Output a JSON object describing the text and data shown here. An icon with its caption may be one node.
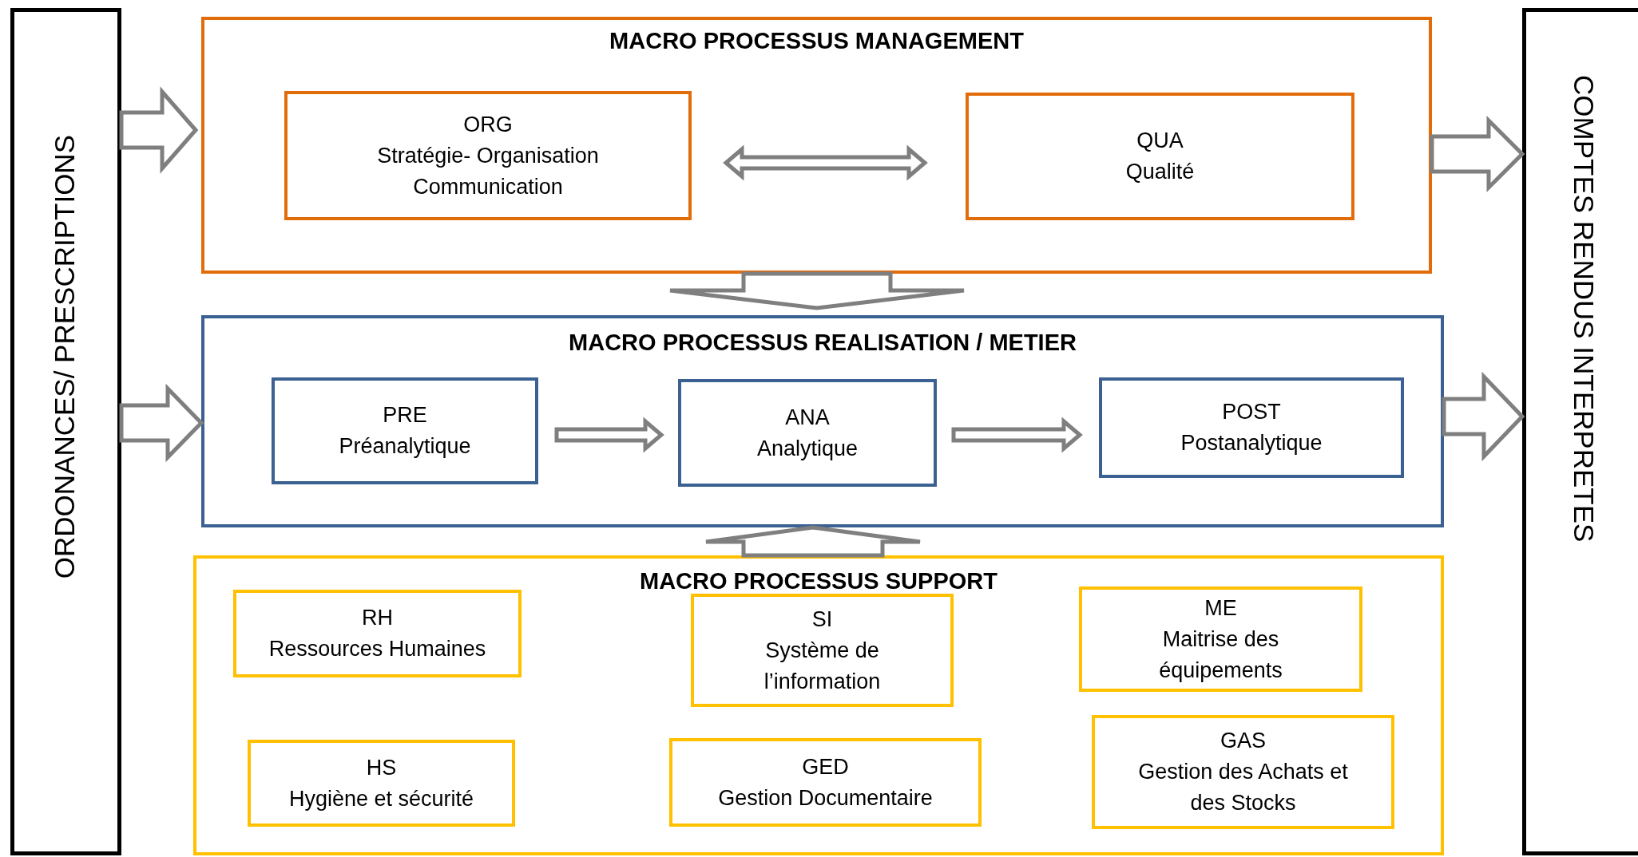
{
  "diagram": {
    "nodes": [
      {
        "text": [
          "ORDONANCES/ PRESCRIPTIONS"
        ]
      },
      {
        "text": [
          "MACRO PROCESSUS MANAGEMENT"
        ]
      },
      {
        "text": [
          "ORG",
          "Stratégie- Organisation Communication"
        ],
        "in": 1
      },
      {
        "text": [
          "QUA",
          "Qualité"
        ],
        "in": 1
      },
      {
        "text": [
          "MACRO PROCESSUS REALISATION / METIER"
        ]
      },
      {
        "text": [
          "PRE",
          "Préanalytique"
        ],
        "in": 4
      },
      {
        "text": [
          "ANA",
          "Analytique"
        ],
        "in": 4
      },
      {
        "text": [
          "POST",
          "Postanalytique"
        ],
        "in": 4
      },
      {
        "text": [
          "MACRO PROCESSUS SUPPORT"
        ]
      },
      {
        "text": [
          "RH",
          "Ressources Humaines"
        ],
        "in": 8
      },
      {
        "text": [
          "SI",
          "Système de l’information"
        ],
        "in": 8
      },
      {
        "text": [
          "ME",
          "Maitrise des équipements"
        ],
        "in": 8
      },
      {
        "text": [
          "HS",
          "Hygiène et sécurité"
        ],
        "in": 8
      },
      {
        "text": [
          "GED",
          "Gestion Documentaire"
        ],
        "in": 8
      },
      {
        "text": [
          "GAS",
          "Gestion des Achats et des Stocks"
        ],
        "in": 8
      },
      {
        "text": [
          "COMPTES RENDUS INTERPRETES"
        ]
      }
    ],
    "edges": [
      {
        "from": 0,
        "to": 1,
        "arrow": "to"
      },
      {
        "from": 0,
        "to": 4,
        "arrow": "to"
      },
      {
        "from": 1,
        "to": 15,
        "arrow": "to"
      },
      {
        "from": 4,
        "to": 15,
        "arrow": "to"
      },
      {
        "from": 2,
        "to": 3,
        "arrow": "both"
      },
      {
        "from": 1,
        "to": 4,
        "arrow": "to"
      },
      {
        "from": 8,
        "to": 4,
        "arrow": "to"
      },
      {
        "from": 5,
        "to": 6,
        "arrow": "to"
      },
      {
        "from": 6,
        "to": 7,
        "arrow": "to"
      }
    ]
  }
}
